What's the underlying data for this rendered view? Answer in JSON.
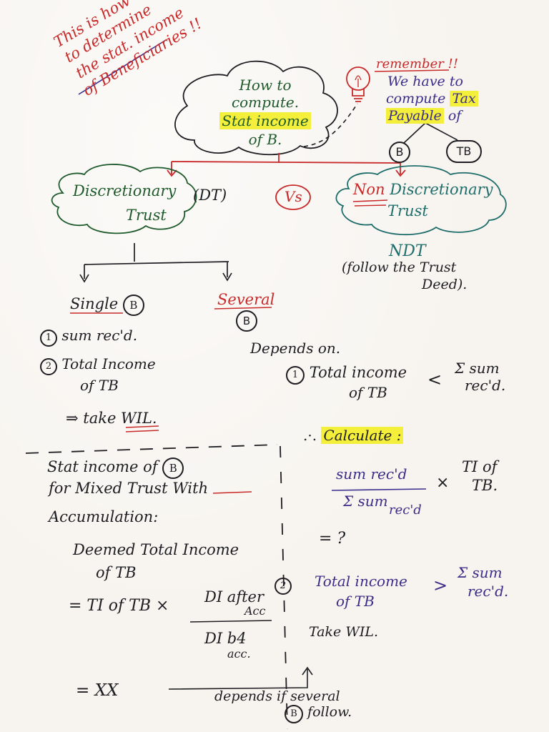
{
  "note_red": {
    "line1": "This is how",
    "line2": "to determine",
    "line3": "the stat. income",
    "line4": "of Beneficiaries !!"
  },
  "cloud_center": {
    "line1": "How to",
    "line2": "compute.",
    "line3": "Stat income",
    "line4": "of B."
  },
  "remember": {
    "title": "remember !!",
    "line1": "We have to",
    "line2_a": "compute",
    "line2_b": "Tax",
    "line3_a": "Payable",
    "line3_b": "of",
    "node_b": "B",
    "node_tb": "TB"
  },
  "dt": {
    "line1": "Discretionary",
    "line2": "Trust",
    "abbr": "(DT)"
  },
  "vs": "Vs",
  "ndt": {
    "line1_a": "Non",
    "line1_b": "Discretionary",
    "line2": "Trust",
    "abbr": "NDT",
    "follow1": "(follow the Trust",
    "follow2": "Deed)."
  },
  "single": {
    "label": "Single",
    "b": "B",
    "item1": "sum rec'd.",
    "item2_a": "Total Income",
    "item2_b": "of TB",
    "take": "⇒ take WIL."
  },
  "several": {
    "label": "Several",
    "b": "B",
    "depends": "Depends on.",
    "c1_a": "Total income",
    "c1_b": "of TB",
    "lt": "<",
    "c1_sum_a": "Σ sum",
    "c1_sum_b": "rec'd.",
    "calc": "Calculate :",
    "frac_num": "sum rec'd",
    "frac_den_a": "Σ sum",
    "frac_den_b": "rec'd",
    "times": "×",
    "ti1": "TI of",
    "ti2": "TB.",
    "eq": "= ?",
    "c2_a": "Total income",
    "c2_b": "of TB",
    "gt": ">",
    "c2_sum_a": "Σ sum",
    "c2_sum_b": "rec'd.",
    "take": "Take WIL."
  },
  "mixed": {
    "line1": "Stat income of",
    "b": "B",
    "line2_a": "for Mixed Trust",
    "line2_b": "With",
    "line3": "Accumulation:",
    "deemed1": "Deemed Total Income",
    "deemed2": "of TB",
    "formula": "= TI of TB ×",
    "num_a": "DI after",
    "num_b": "Acc",
    "den_a": "DI b4",
    "den_b": "acc.",
    "result": "= XX",
    "depends1": "depends if several",
    "depends2": "follow.",
    "b2": "B"
  },
  "numbers": {
    "one": "1",
    "two": "2"
  }
}
